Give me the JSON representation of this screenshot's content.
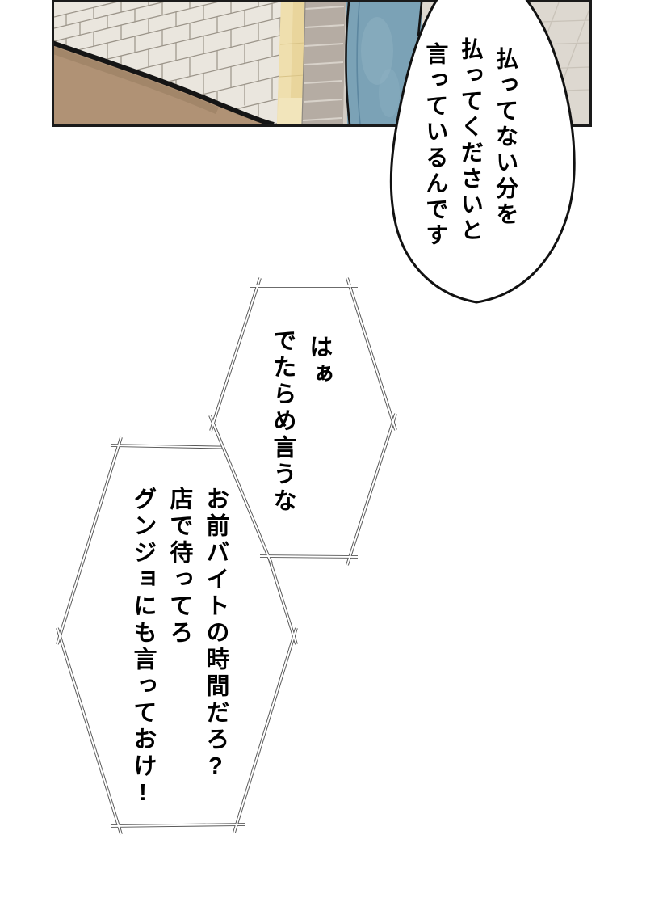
{
  "page": {
    "background": "#ffffff"
  },
  "panel": {
    "description": "street scene: brick sidewalk, yellow tactile paving strip, stone curb, person's jeans legs, brown object in foreground",
    "border_color": "#1a1a1a",
    "colors": {
      "brick": "#eae6de",
      "brick_line": "#9b9489",
      "tactile_yellow": "#e9d59c",
      "tactile_yellow_light": "#f2e5bb",
      "curb": "#b5aca3",
      "curb_joint": "#d8d2ca",
      "pavement": "#ddd8d0",
      "pavement_joint": "#c9c3b9",
      "jeans": "#7ba2b6",
      "jeans_shadow": "#6e95aa",
      "jeans_seam": "#5d87a0",
      "jeans_highlight": "#8fb1c2",
      "brown_object": "#b09275",
      "brown_object_shade": "#9d8265",
      "ink_outline": "#151515"
    }
  },
  "bubbles": {
    "payment": {
      "shape": "oval",
      "stroke": "#111111",
      "lines": [
        "払ってない分を",
        "払ってくださいと",
        "言っているんです"
      ]
    },
    "haa": {
      "shape": "jagged-hexagon",
      "stroke": "#565656",
      "lines": [
        "はぁ",
        "でたらめ言うな"
      ]
    },
    "order": {
      "shape": "jagged-hexagon",
      "stroke": "#565656",
      "lines": [
        "お前バイトの時間だろ?",
        "店で待ってろ",
        "グンジョにも言っておけ!"
      ]
    }
  }
}
